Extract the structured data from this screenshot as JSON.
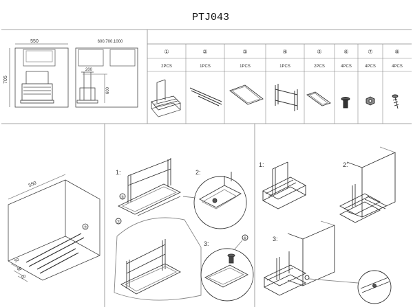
{
  "title": "PTJ043",
  "dimensions": {
    "width": "550",
    "height": "705",
    "range": "600.700.1000",
    "inner_a": "200",
    "inner_b": "600"
  },
  "parts": [
    {
      "num": "①",
      "qty": "2PCS",
      "icon": "basket-icon"
    },
    {
      "num": "②",
      "qty": "1PCS",
      "icon": "slide-rail-icon"
    },
    {
      "num": "③",
      "qty": "1PCS",
      "icon": "tray-icon"
    },
    {
      "num": "④",
      "qty": "1PCS",
      "icon": "frame-icon"
    },
    {
      "num": "⑤",
      "qty": "2PCS",
      "icon": "small-tray-icon"
    },
    {
      "num": "⑥",
      "qty": "4PCS",
      "icon": "bolt-icon"
    },
    {
      "num": "⑦",
      "qty": "4PCS",
      "icon": "nut-icon"
    },
    {
      "num": "⑧",
      "qty": "4PCS",
      "icon": "screw-icon"
    }
  ],
  "cabinet_view": {
    "dim_top": "550",
    "dim_a": "50",
    "dim_b": "50",
    "dim_c": "50",
    "callout": "⑦"
  },
  "assembly": {
    "step1": "1:",
    "step2": "2:",
    "step3": "3:",
    "callout_a": "⑤",
    "callout_b": "⑦",
    "callout_c": "⑥"
  },
  "install": {
    "step1": "1:",
    "step2": "2:",
    "step3": "3:"
  }
}
